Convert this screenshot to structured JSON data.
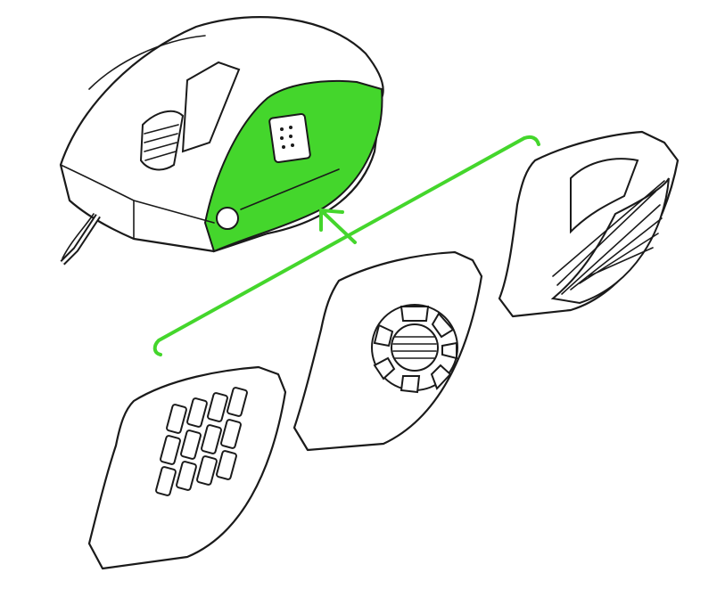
{
  "diagram": {
    "accent_color": "#44d62c",
    "line_color": "#1a1a1a",
    "parts": [
      {
        "name": "mouse-body",
        "highlight": "side-plate-slot"
      },
      {
        "name": "side-plate-12-button"
      },
      {
        "name": "side-plate-7-button-ring"
      },
      {
        "name": "side-plate-2-button"
      }
    ],
    "indicator": "arrow-icon"
  }
}
